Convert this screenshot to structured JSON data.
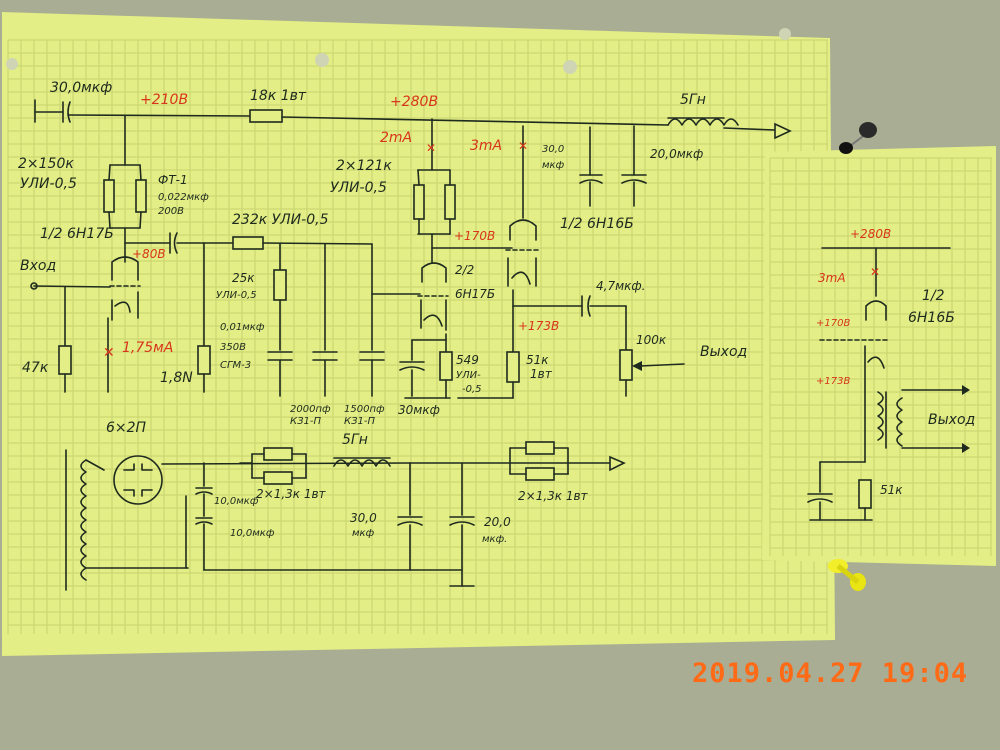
{
  "colors": {
    "paper": "#e3ee86",
    "ink": "#1e2a1e",
    "red_ink": "#d8351c",
    "stamp": "#ff6a17"
  },
  "main": {
    "cap_in": "30,0мкф",
    "v210": "+210В",
    "r18k": "18к  1вт",
    "v280": "+280В",
    "choke_label": "5Гн",
    "cap20_label": "20,0мкф",
    "r2x150": "2×150к",
    "uli1": "УЛИ-0,5",
    "ft1": "ФТ-1",
    "cap0022": "0,022мкф",
    "v200": "200В",
    "half6n17": "1/2 6Н17Б",
    "v80": "+80В",
    "vhod": "Вход",
    "r47k": "47к",
    "ma175": "1,75мА",
    "r18": "1,8N",
    "r232k": "232к  УЛИ-0,5",
    "r25k": "25к",
    "uli2": "УЛИ-0,5",
    "cap001": "0,01мкф",
    "v350": "350В",
    "sgm": "СГМ-3",
    "cap2000": "2000пф",
    "k31a": "КЗ1-П",
    "cap1500": "1500пф",
    "k31b": "КЗ1-П",
    "ma2": "2mA",
    "ma3": "3mA",
    "cap30b": "30,0",
    "mkf1": "мкф",
    "r2x121": "2×121к",
    "uli3": "УЛИ-0,5",
    "v170": "+170В",
    "half6n16": "1/2 6Н16Б",
    "t22": "2/2",
    "t6n17": "6Н17Б",
    "v173": "+173В",
    "cap47": "4,7мкф.",
    "r100k": "100к",
    "vyhod": "Выход",
    "r549": "549",
    "uli4": "УЛИ-",
    "uli4b": "-0,5",
    "cap30mkf": "30мкф",
    "r51k": "51к",
    "w1": "1вт"
  },
  "psu": {
    "tube": "6×2П",
    "cap10a": "10,0мкф",
    "cap10b": "10,0мкф",
    "r2x13a": "2×1,3к  1вт",
    "choke": "5Гн",
    "cap30": "30,0",
    "mkf30": "мкф",
    "cap20": "20,0",
    "mkf20": "мкф.",
    "r2x13b": "2×1,3к  1вт"
  },
  "side_note": {
    "v280": "+280В",
    "ma3": "3mA",
    "half": "1/2",
    "tube": "6Н16Б",
    "v170": "+170В",
    "v173": "+173В",
    "vyhod": "Выход",
    "r51k": "51к"
  },
  "timestamp": "2019.04.27  19:04"
}
